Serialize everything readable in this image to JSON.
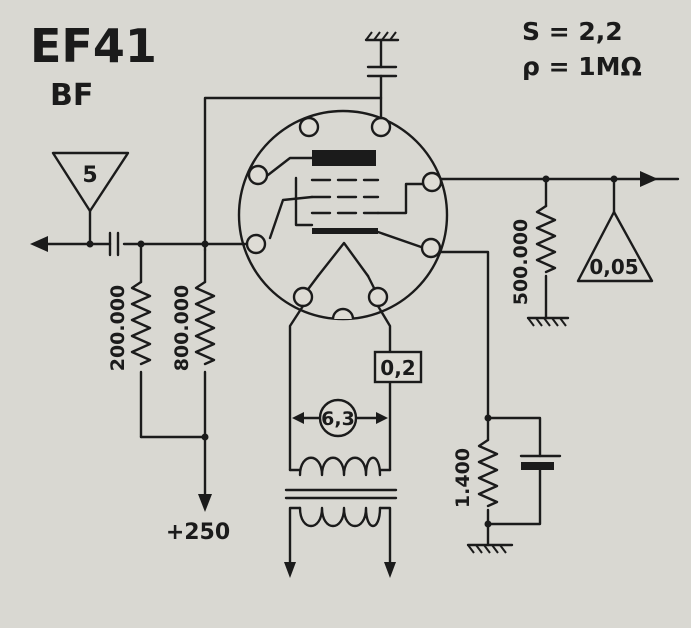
{
  "header": {
    "tube_type": "EF41",
    "mode": "BF",
    "param_s": "S = 2,2",
    "param_rho": "ρ = 1MΩ"
  },
  "labels": {
    "gain_input": "5",
    "gain_output": "0,05",
    "heater_voltage": "6,3",
    "heater_current": "0,2",
    "supply": "+250",
    "r_plate": "200.000",
    "r_screen": "800.000",
    "r_grid": "500.000",
    "r_cathode": "1.400"
  }
}
